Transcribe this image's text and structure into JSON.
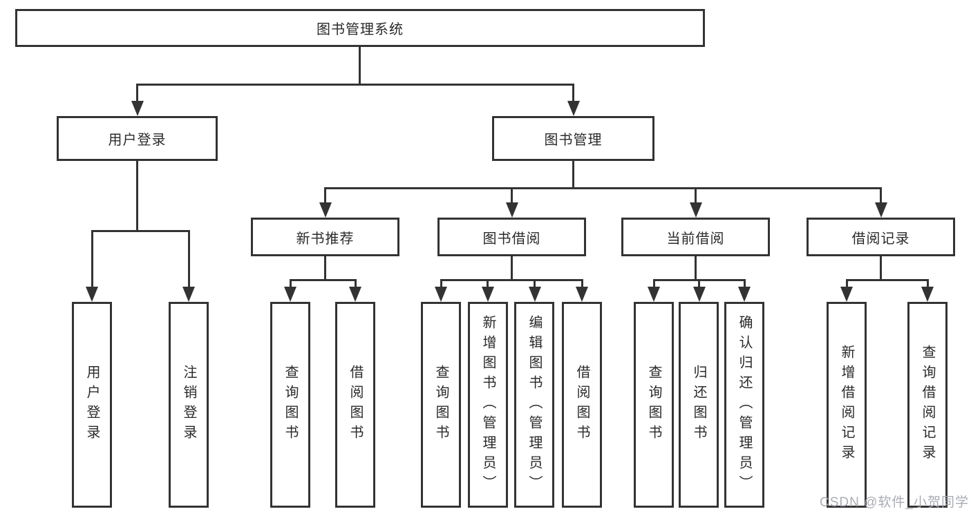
{
  "diagram": {
    "type": "hierarchy-tree",
    "colors": {
      "line": "#333333",
      "box_border": "#333333",
      "box_fill": "#ffffff",
      "text": "#2a2a2a",
      "watermark": "#a4a8af"
    },
    "root": {
      "label": "图书管理系统",
      "children": [
        {
          "label": "用户登录",
          "children": [
            {
              "label": "用户登录"
            },
            {
              "label": "注销登录"
            }
          ]
        },
        {
          "label": "图书管理",
          "children": [
            {
              "label": "新书推荐",
              "children": [
                {
                  "label": "查询图书"
                },
                {
                  "label": "借阅图书"
                }
              ]
            },
            {
              "label": "图书借阅",
              "children": [
                {
                  "label": "查询图书"
                },
                {
                  "label": "新增图书（管理员）"
                },
                {
                  "label": "编辑图书（管理员）"
                },
                {
                  "label": "借阅图书"
                }
              ]
            },
            {
              "label": "当前借阅",
              "children": [
                {
                  "label": "查询图书"
                },
                {
                  "label": "归还图书"
                },
                {
                  "label": "确认归还（管理员）"
                }
              ]
            },
            {
              "label": "借阅记录",
              "children": [
                {
                  "label": "新增借阅记录"
                },
                {
                  "label": "查询借阅记录"
                }
              ]
            }
          ]
        }
      ]
    }
  },
  "watermark": {
    "text": "CSDN @软件_小贺同学"
  }
}
